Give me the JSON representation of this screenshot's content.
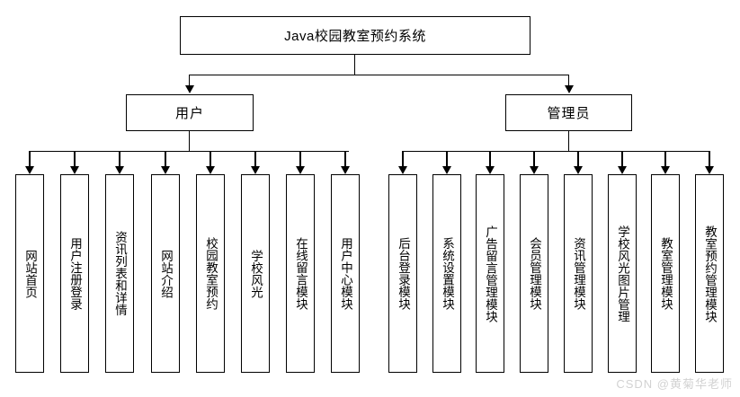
{
  "diagram": {
    "type": "tree",
    "root": {
      "label": "Java校园教室预约系统"
    },
    "branches": [
      {
        "label": "用户",
        "children": [
          {
            "label": "网站首页"
          },
          {
            "label": "用户注册登录"
          },
          {
            "label": "资讯列表和详情"
          },
          {
            "label": "网站介绍"
          },
          {
            "label": "校园教室预约"
          },
          {
            "label": "学校风光"
          },
          {
            "label": "在线留言模块"
          },
          {
            "label": "用户中心模块"
          }
        ]
      },
      {
        "label": "管理员",
        "children": [
          {
            "label": "后台登录模块"
          },
          {
            "label": "系统设置模块"
          },
          {
            "label": "广告留言管理模块"
          },
          {
            "label": "会员管理模块"
          },
          {
            "label": "资讯管理模块"
          },
          {
            "label": "学校风光图片管理"
          },
          {
            "label": "教室管理模块"
          },
          {
            "label": "教室预约管理模块"
          }
        ]
      }
    ]
  },
  "watermark": {
    "text": "CSDN @黄菊华老师"
  },
  "colors": {
    "background": "#ffffff",
    "stroke": "#000000",
    "text": "#000000",
    "watermark": "#d2d2d2"
  }
}
